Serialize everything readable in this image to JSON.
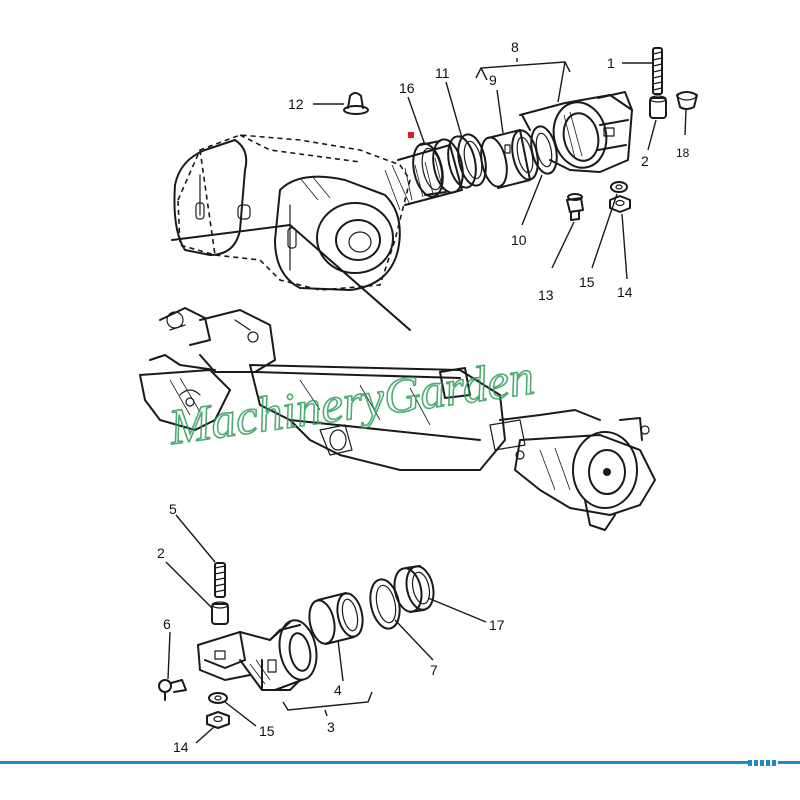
{
  "diagram": {
    "callouts": {
      "c1": "1",
      "c2a": "2",
      "c8": "8",
      "c9": "9",
      "c10": "10",
      "c11": "11",
      "c12": "12",
      "c13": "13",
      "c14a": "14",
      "c15a": "15",
      "c16": "16",
      "c18": "18",
      "c2b": "2",
      "c3": "3",
      "c4": "4",
      "c5": "5",
      "c6": "6",
      "c7": "7",
      "c14b": "14",
      "c15b": "15",
      "c17": "17"
    },
    "watermark": "MachineryGarden",
    "colors": {
      "ink": "#1a1a1a",
      "watermark": "#2e9e5b",
      "marker": "#e11d2a",
      "rule": "#1e88c8"
    }
  }
}
